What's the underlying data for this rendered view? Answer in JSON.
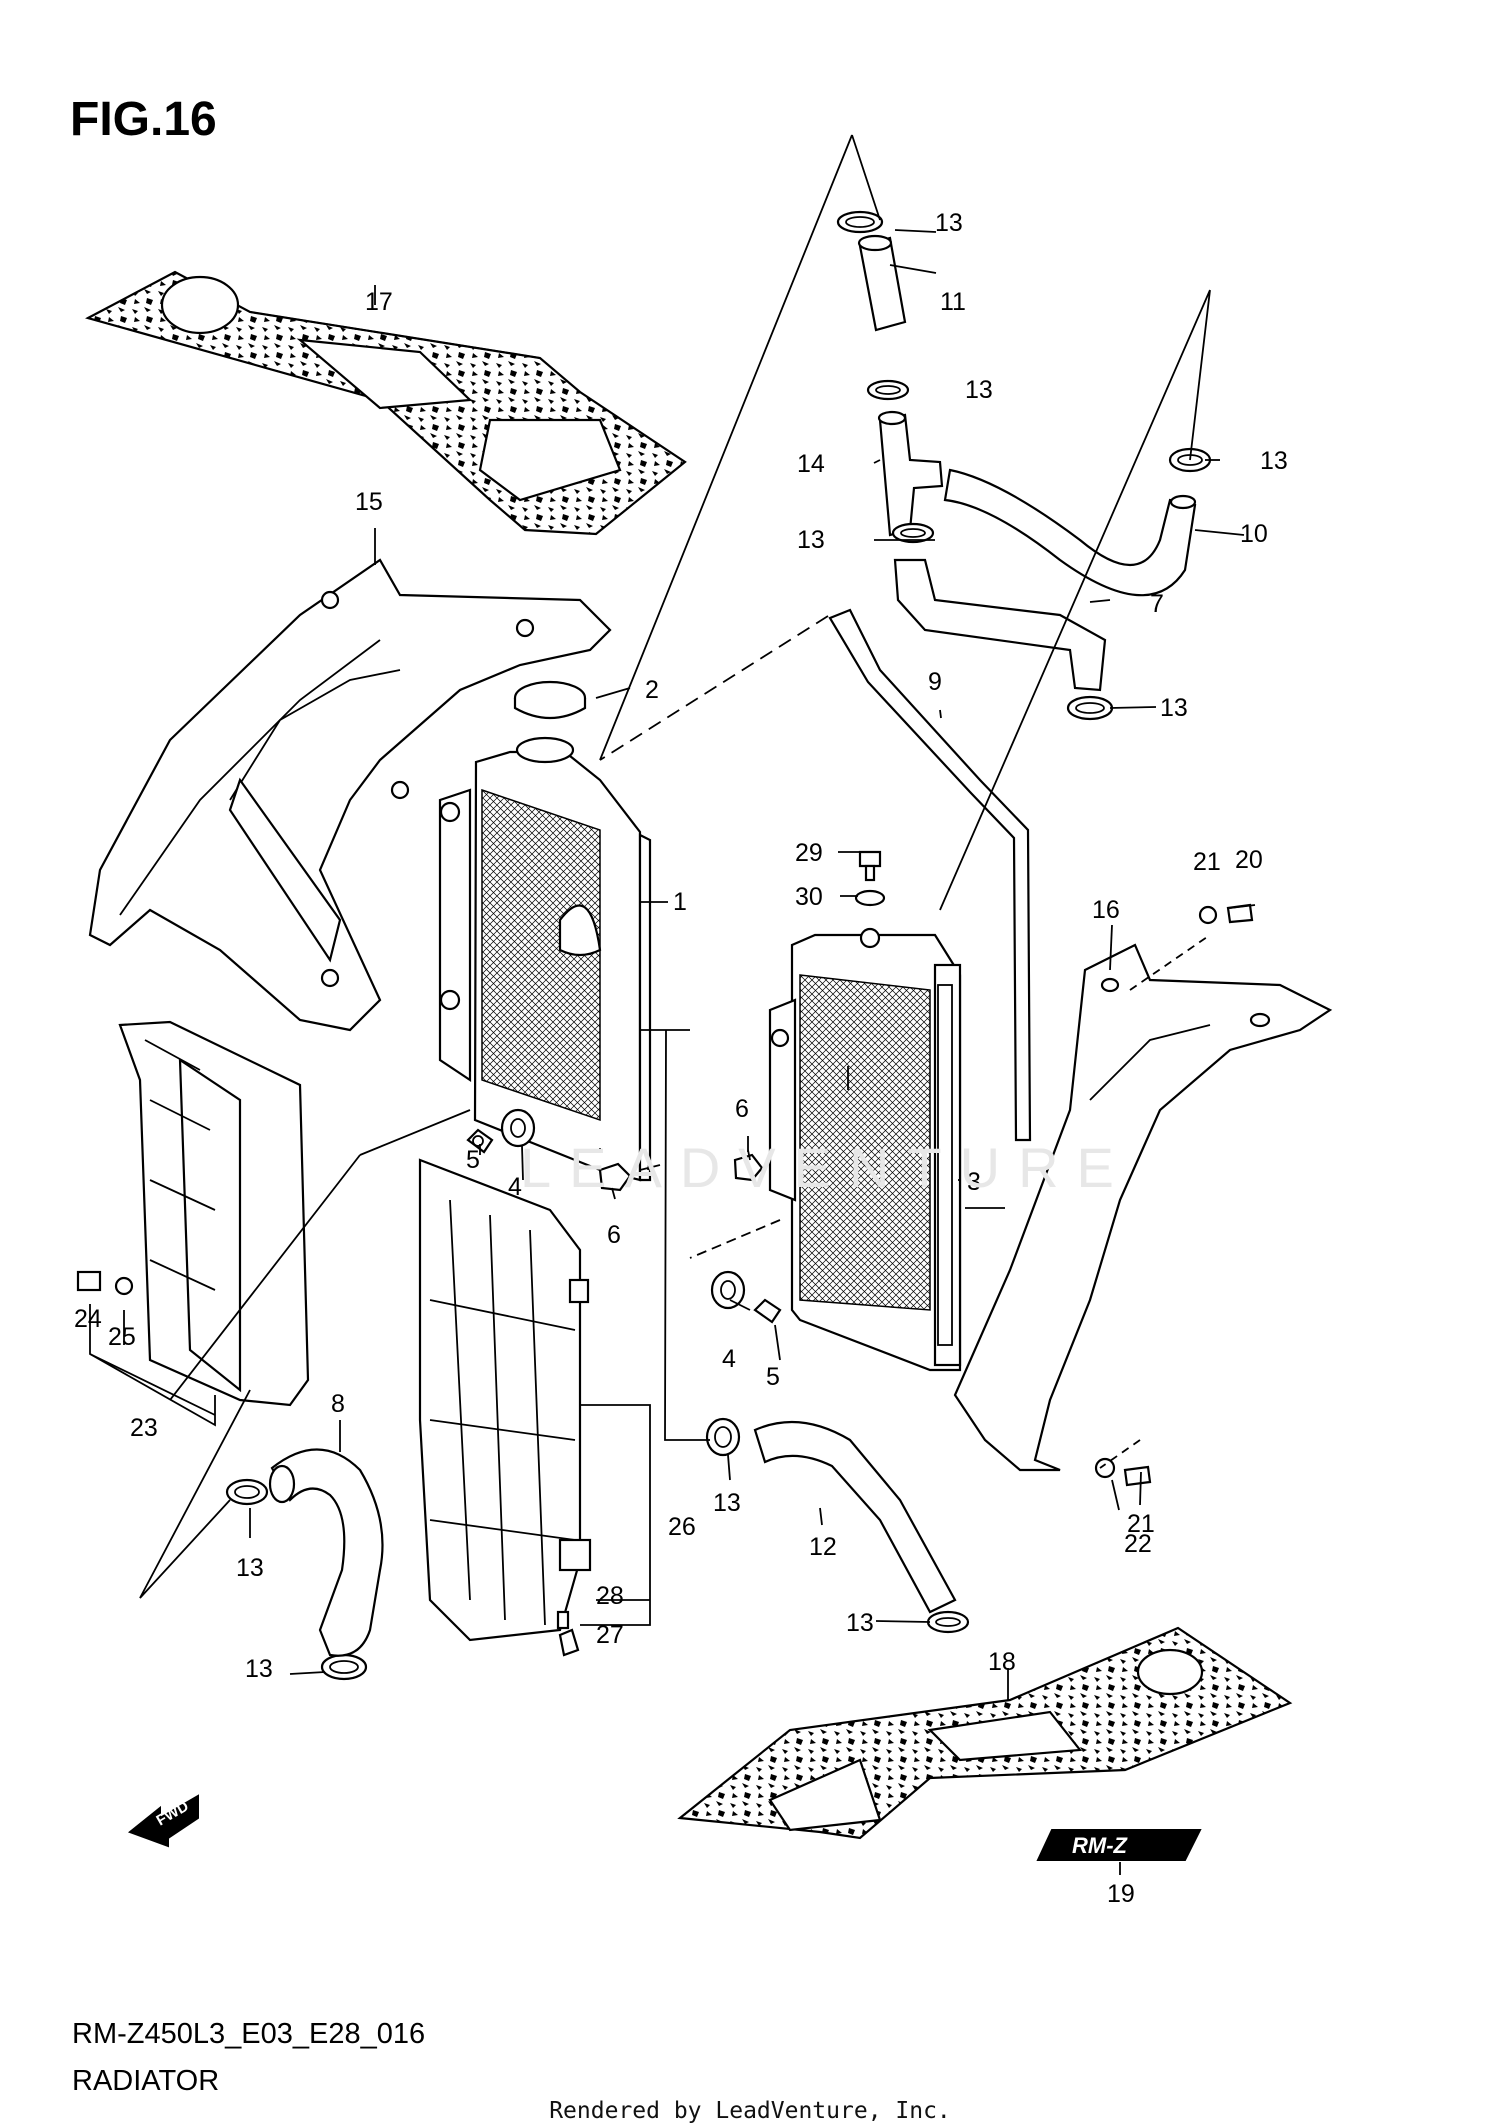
{
  "figure": {
    "title": "FIG.16",
    "drawing_code": "RM-Z450L3_E03_E28_016",
    "section_name": "RADIATOR",
    "footer": "Rendered by LeadVenture, Inc.",
    "watermark": "LEADVENTURE",
    "fwd_label": "FWD",
    "emblem_text": "RM-Z"
  },
  "callouts": {
    "c1": "1",
    "c2": "2",
    "c3": "3",
    "c4a": "4",
    "c4b": "4",
    "c5a": "5",
    "c5b": "5",
    "c6a": "6",
    "c6b": "6",
    "c7": "7",
    "c8": "8",
    "c9": "9",
    "c10": "10",
    "c11": "11",
    "c12": "12",
    "c13a": "13",
    "c13b": "13",
    "c13c": "13",
    "c13d": "13",
    "c13e": "13",
    "c13f": "13",
    "c13g": "13",
    "c13h": "13",
    "c13i": "13",
    "c14": "14",
    "c15": "15",
    "c16": "16",
    "c17": "17",
    "c18": "18",
    "c19": "19",
    "c20": "20",
    "c21a": "21",
    "c21b": "21",
    "c22": "22",
    "c23": "23",
    "c24": "24",
    "c25": "25",
    "c26": "26",
    "c27": "27",
    "c28": "28",
    "c29": "29",
    "c30": "30"
  },
  "colors": {
    "line": "#000000",
    "background": "#ffffff",
    "watermark": "#e7e7e7"
  }
}
